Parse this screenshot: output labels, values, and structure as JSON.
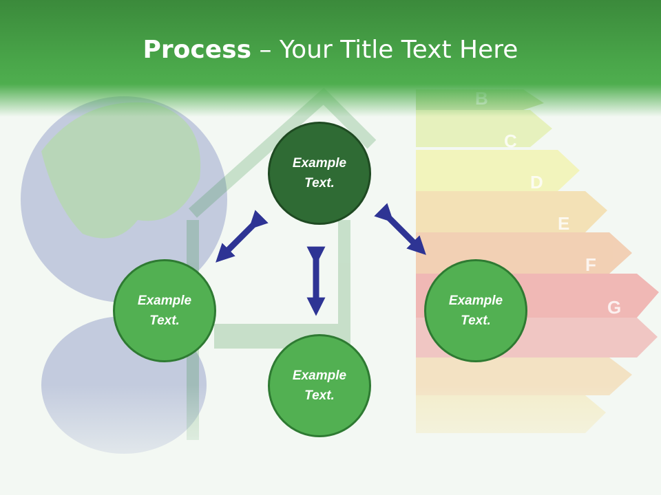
{
  "slide": {
    "title_bold": "Process",
    "title_rest": " – Your Title Text Here",
    "nodes": [
      {
        "line1": "Example",
        "line2": "Text."
      },
      {
        "line1": "Example",
        "line2": "Text."
      },
      {
        "line1": "Example",
        "line2": "Text."
      },
      {
        "line1": "Example",
        "line2": "Text."
      }
    ],
    "energy_labels": [
      "B",
      "C",
      "D",
      "E",
      "F",
      "G"
    ],
    "colors": {
      "header": "#4aa74a",
      "node": "#52b052",
      "node_center": "#2f6b34",
      "arrow": "#2e3494"
    }
  }
}
